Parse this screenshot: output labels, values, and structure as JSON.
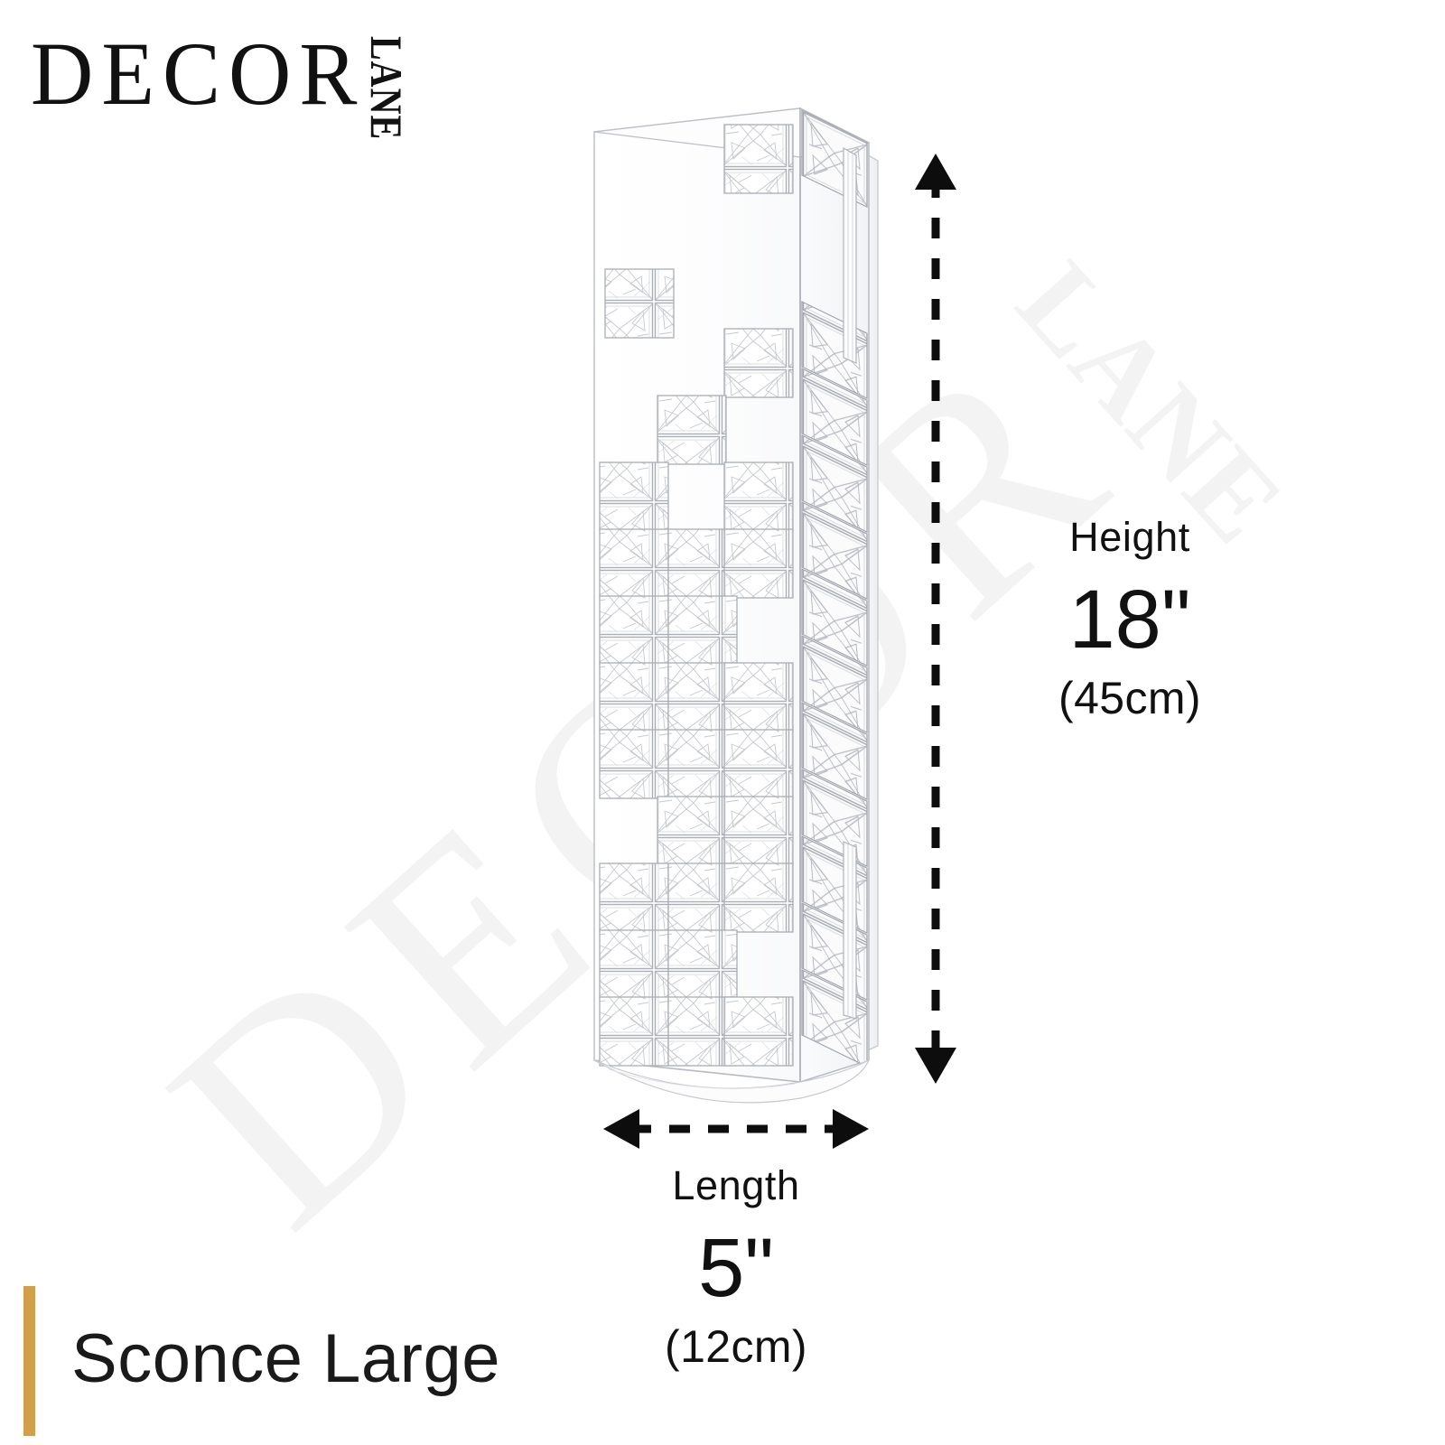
{
  "brand": {
    "name_primary": "DECOR",
    "name_secondary": "LANE",
    "watermark_primary": "DECOR",
    "watermark_secondary": "LANE"
  },
  "product": {
    "title": "Sconce Large",
    "accent_color": "#d2a04b",
    "description": "Clear crystal block wall sconce shown in three-quarter view"
  },
  "dimensions": {
    "height": {
      "label": "Height",
      "value_imperial": "18\"",
      "value_metric": "(45cm)"
    },
    "length": {
      "label": "Length",
      "value_imperial": "5\"",
      "value_metric": "(12cm)"
    }
  },
  "colors": {
    "background": "#ffffff",
    "ink": "#111111",
    "gold": "#d2a04b",
    "watermark": "#f3f3f4",
    "crystal_outline": "#b9bcc2"
  }
}
